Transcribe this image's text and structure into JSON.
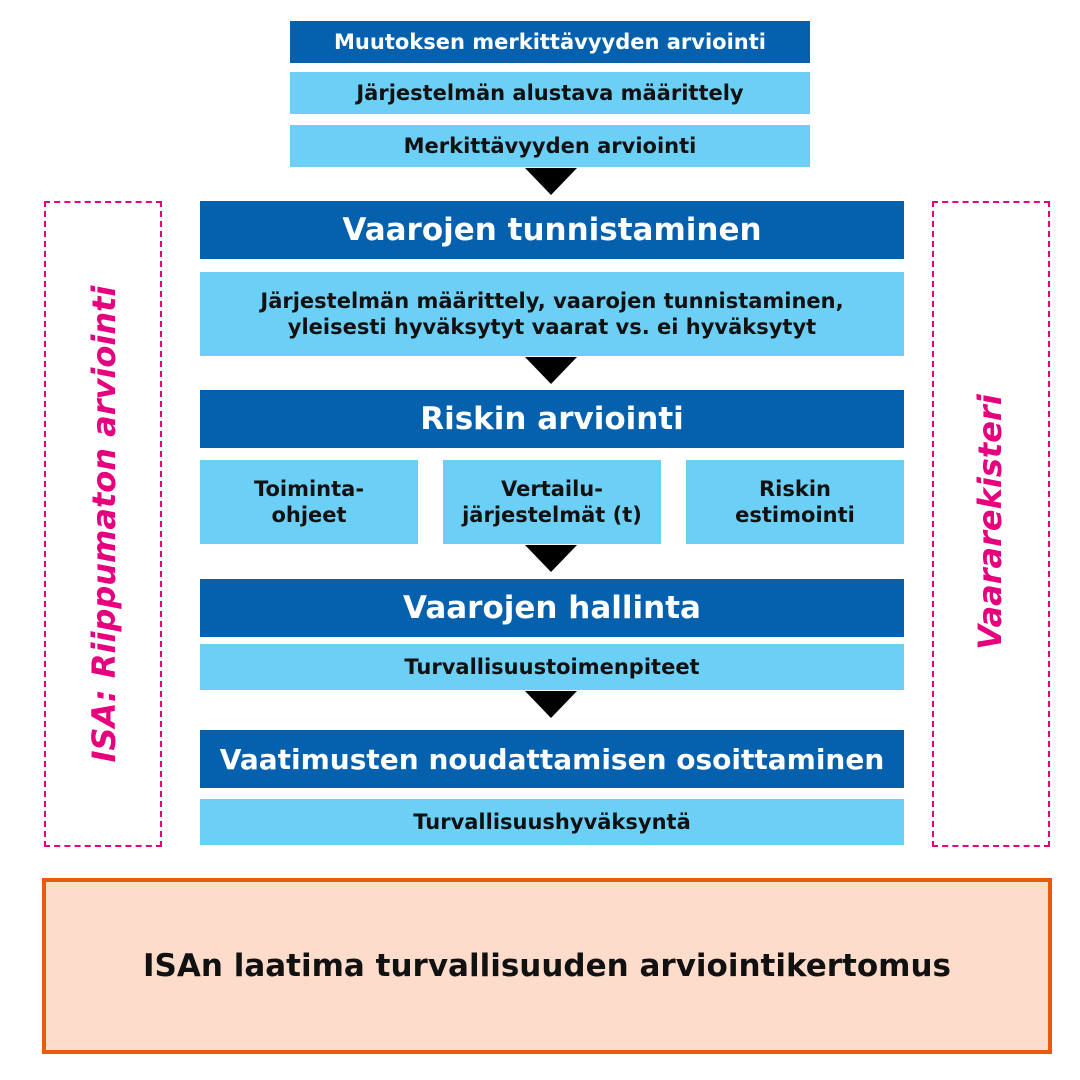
{
  "significance": {
    "title": "Muutoksen merkittävyyden arviointi",
    "preliminary_definition": "Järjestelmän alustava määrittely",
    "assessment": "Merkittävyyden arviointi"
  },
  "hazard_identification": {
    "title": "Vaarojen tunnistaminen",
    "description": "Järjestelmän määrittely, vaarojen tunnistaminen,\nyleisesti hyväksytyt vaarat vs. ei hyväksytyt"
  },
  "risk_assessment": {
    "title": "Riskin arviointi",
    "options": [
      "Toiminta-\nohjeet",
      "Vertailu-\njärjestelmät (t)",
      "Riskin\nestimointi"
    ]
  },
  "hazard_control": {
    "title": "Vaarojen hallinta",
    "description": "Turvallisuustoimenpiteet"
  },
  "compliance": {
    "title": "Vaatimusten noudattamisen osoittaminen",
    "description": "Turvallisuushyväksyntä"
  },
  "side_labels": {
    "left": "ISA: Riippumaton arviointi",
    "right": "Vaararekisteri"
  },
  "report": {
    "label": "ISAn laatima turvallisuuden arviointikertomus"
  },
  "colors": {
    "dark_blue": "#0561ad",
    "light_blue": "#6ccff6",
    "magenta": "#e6007e",
    "orange_border": "#ea5a0c",
    "report_fill": "#fddccc"
  }
}
